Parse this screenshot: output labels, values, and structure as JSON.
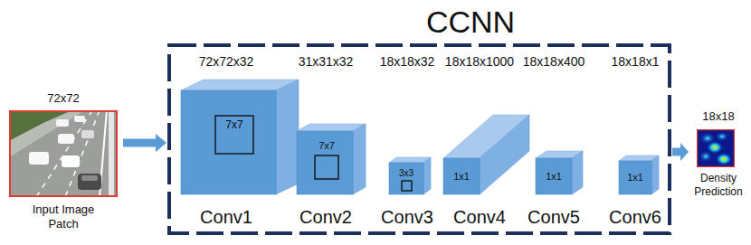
{
  "diagram": {
    "nodes": [
      {
        "text": [
          "72x72",
          "Input Image Patch"
        ]
      },
      {
        "text": [
          "CCNN"
        ]
      },
      {
        "text": [
          "72x72x32",
          "7x7",
          "Conv1"
        ],
        "in": 1
      },
      {
        "text": [
          "31x31x32",
          "7x7",
          "Conv2"
        ],
        "in": 1
      },
      {
        "text": [
          "18x18x32",
          "3x3",
          "Conv3"
        ],
        "in": 1
      },
      {
        "text": [
          "18x18x1000",
          "1x1",
          "Conv4"
        ],
        "in": 1
      },
      {
        "text": [
          "18x18x400",
          "1x1",
          "Conv5"
        ],
        "in": 1
      },
      {
        "text": [
          "18x18x1",
          "1x1",
          "Conv6"
        ],
        "in": 1
      },
      {
        "text": [
          "18x18",
          "Density Prediction"
        ]
      }
    ],
    "edges": [
      {
        "from": 0,
        "to": 1,
        "arrow": "to"
      },
      {
        "from": 1,
        "to": 8,
        "arrow": "to"
      }
    ]
  }
}
